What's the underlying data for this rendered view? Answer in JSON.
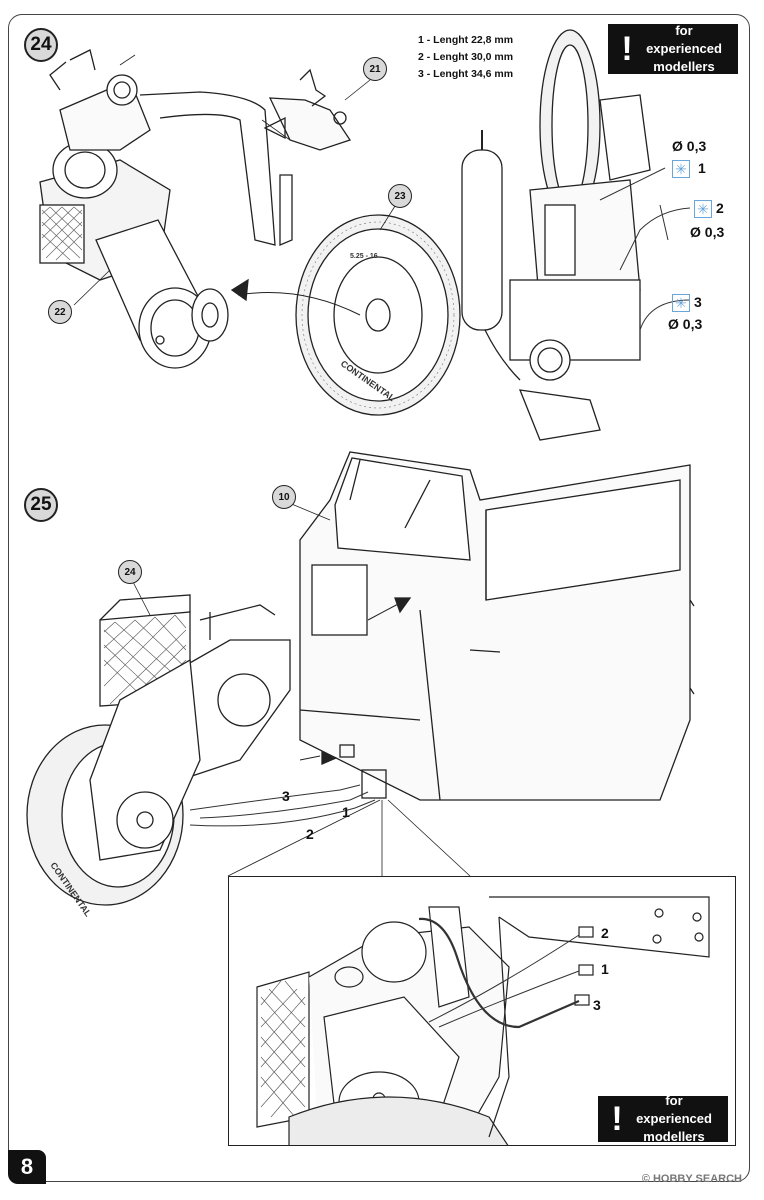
{
  "steps": {
    "step24": "24",
    "step25": "25"
  },
  "callouts": {
    "c21": "21",
    "c22": "22",
    "c23": "23",
    "c24": "24",
    "c10": "10"
  },
  "lengths": [
    {
      "text": "1  -  Lenght 22,8 mm"
    },
    {
      "text": "2  -  Lenght 30,0 mm"
    },
    {
      "text": "3  -  Lenght 34,6 mm"
    }
  ],
  "warning_top": {
    "bang": "!",
    "line1": "for experienced",
    "line2": "modellers"
  },
  "warning_bottom": {
    "bang": "!",
    "line1": "for experienced",
    "line2": "modellers"
  },
  "wire_specs": [
    {
      "dia": "Ø 0,3",
      "num": "1"
    },
    {
      "num": "2",
      "dia": "Ø 0,3"
    },
    {
      "num": "3",
      "dia": "Ø 0,3"
    }
  ],
  "wire_labels_main": {
    "n3": "3",
    "n1": "1",
    "n2": "2"
  },
  "wire_labels_inset": {
    "n2": "2",
    "n1": "1",
    "n3": "3"
  },
  "tire_text": {
    "brand": "CONTINENTAL",
    "size": "5.25 - 16"
  },
  "page_number": "8",
  "watermark": "© HOBBY SEARCH"
}
